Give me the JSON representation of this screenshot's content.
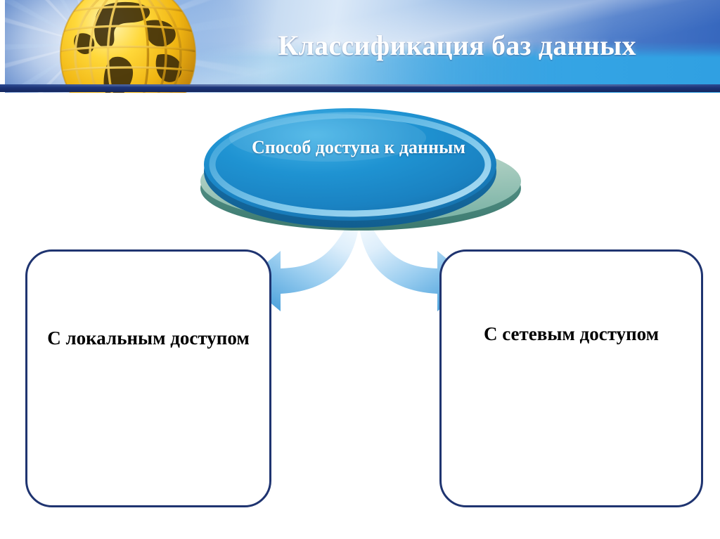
{
  "header": {
    "title": "Классификация баз данных",
    "globe_icon": "globe-wireframe-icon",
    "accent_navy": "#1c3376",
    "accent_blue": "#3c6fc0",
    "accent_cyan": "#3ba8e0",
    "globe_color": "#f5c518"
  },
  "diagram": {
    "type": "hierarchy",
    "root": {
      "label": "Способ доступа к данным",
      "shape": "ellipse-3d",
      "fill_top": "#1f8fd0",
      "fill_base": "#9fc9bd",
      "text_color": "#ffffff"
    },
    "arrows": {
      "left_icon": "curved-arrow-left-icon",
      "right_icon": "curved-arrow-right-icon",
      "gradient_from": "#e8f4fc",
      "gradient_to": "#3f9ad8"
    },
    "branches": [
      {
        "label": "С локальным доступом",
        "border_color": "#1f3470",
        "fill": "#ffffff",
        "text_color": "#000000"
      },
      {
        "label": "С сетевым доступом",
        "border_color": "#1f3470",
        "fill": "#ffffff",
        "text_color": "#000000"
      }
    ]
  }
}
